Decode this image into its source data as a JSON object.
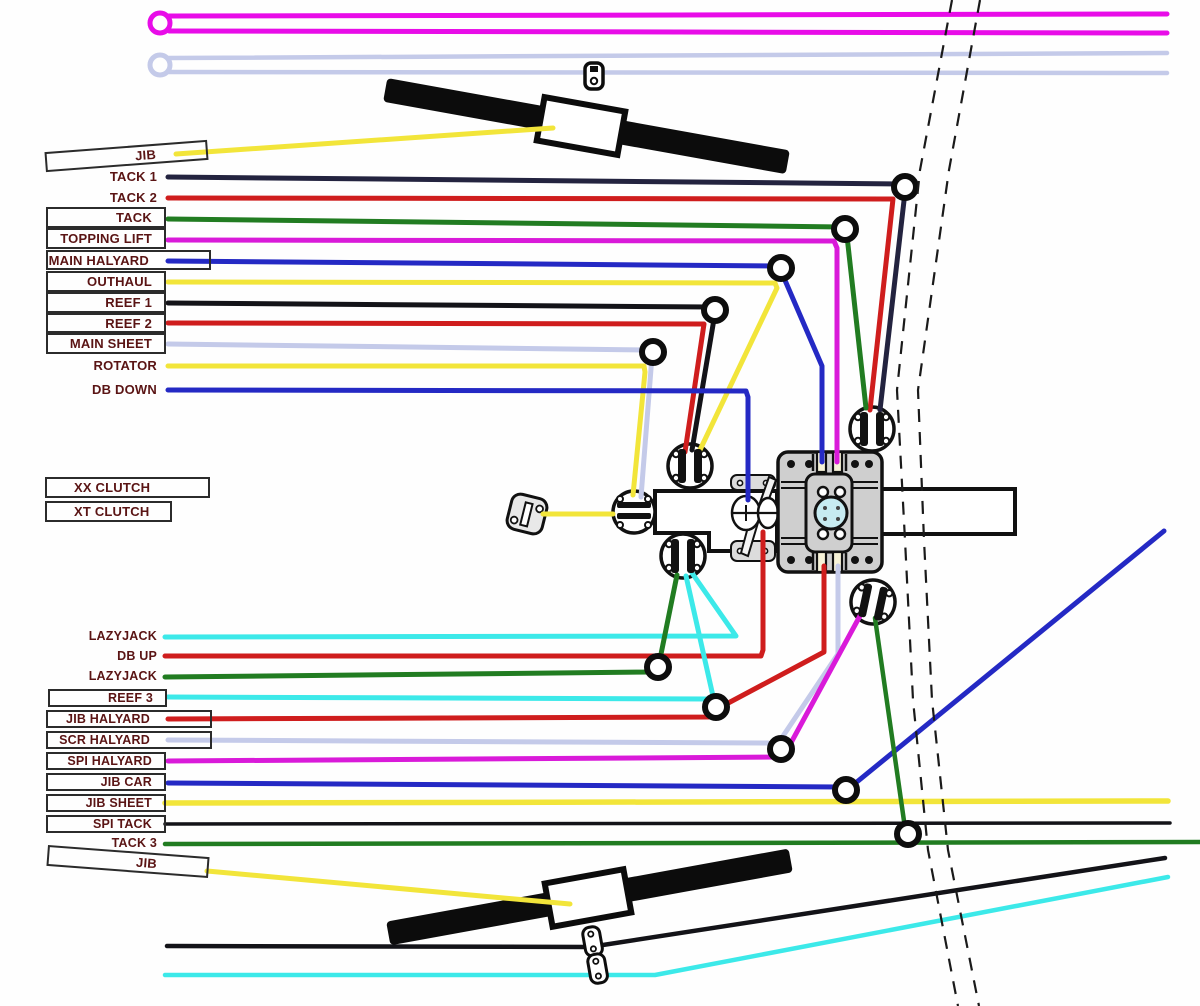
{
  "diagram_type": "sailboat deck line routing diagram",
  "palette": {
    "label_text": "#5a1414",
    "rope_black": "#131318",
    "rope_navy": "#23233f",
    "rope_red": "#cf1d1d",
    "rope_green": "#217c21",
    "rope_blue": "#2429c4",
    "rope_magenta": "#d91ad9",
    "rope_pink": "#e80ce8",
    "rope_lavender": "#c4cae9",
    "rope_cyan": "#3ce9e9",
    "rope_yellow": "#f2e53a",
    "hardware_gray": "#cfcfcf",
    "hub_blue": "#c7ebf1",
    "dash_black": "#1a1a1a"
  },
  "labels": {
    "jib_top": "JIB",
    "tack_1": "TACK 1",
    "tack_2": "TACK 2",
    "tack": "TACK",
    "topping_lift": "TOPPING LIFT",
    "main_halyard": "MAIN HALYARD",
    "outhaul": "OUTHAUL",
    "reef_1": "REEF 1",
    "reef_2": "REEF 2",
    "main_sheet": "MAIN SHEET",
    "rotator": "ROTATOR",
    "db_down": "DB DOWN",
    "xx_clutch": "XX CLUTCH",
    "xt_clutch": "XT CLUTCH",
    "lazyjack_a": "LAZYJACK",
    "db_up": "DB UP",
    "lazyjack_b": "LAZYJACK",
    "reef_3": "REEF 3",
    "jib_halyard": "JIB HALYARD",
    "scr_halyard": "SCR HALYARD",
    "spi_halyard": "SPI HALYARD",
    "jib_car": "JIB CAR",
    "jib_sheet": "JIB SHEET",
    "spi_tack": "SPI TACK",
    "tack_3": "TACK 3",
    "jib_bottom": "JIB"
  }
}
